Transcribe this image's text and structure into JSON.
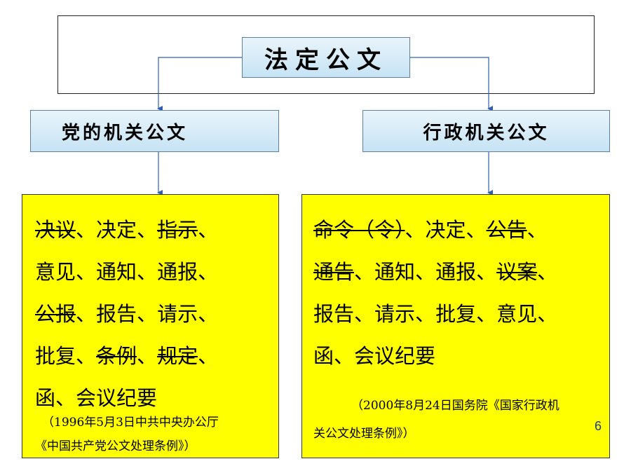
{
  "root": {
    "label": "法定公文"
  },
  "branches": [
    {
      "label": "党的机关公文",
      "documents": [
        {
          "name": "决议",
          "struck": true
        },
        {
          "name": "决定",
          "struck": false
        },
        {
          "name": "指示",
          "struck": true
        },
        {
          "name": "意见",
          "struck": false
        },
        {
          "name": "通知",
          "struck": false
        },
        {
          "name": "通报",
          "struck": false
        },
        {
          "name": "公报",
          "struck": true
        },
        {
          "name": "报告",
          "struck": false
        },
        {
          "name": "请示",
          "struck": false
        },
        {
          "name": "批复",
          "struck": false
        },
        {
          "name": "条例",
          "struck": true
        },
        {
          "name": "规定",
          "struck": true
        },
        {
          "name": "函",
          "struck": false
        },
        {
          "name": "会议纪要",
          "struck": false
        }
      ],
      "lines": [
        [
          0,
          1,
          2
        ],
        [
          3,
          4,
          5
        ],
        [
          6,
          7,
          8
        ],
        [
          9,
          10,
          11
        ],
        [
          12,
          13
        ]
      ],
      "note_line1": "（1996年5月3日中共中央办公厅",
      "note_line2": "《中国共产党公文处理条例》）"
    },
    {
      "label": "行政机关公文",
      "documents": [
        {
          "name": "命令（令）",
          "struck": true
        },
        {
          "name": "决定",
          "struck": false
        },
        {
          "name": "公告",
          "struck": true
        },
        {
          "name": "通告",
          "struck": true
        },
        {
          "name": "通知",
          "struck": false
        },
        {
          "name": "通报",
          "struck": false
        },
        {
          "name": "议案",
          "struck": true
        },
        {
          "name": "报告",
          "struck": false
        },
        {
          "name": "请示",
          "struck": false
        },
        {
          "name": "批复",
          "struck": false
        },
        {
          "name": "意见",
          "struck": false
        },
        {
          "name": "函",
          "struck": false
        },
        {
          "name": "会议纪要",
          "struck": false
        }
      ],
      "lines": [
        [
          0,
          1,
          2
        ],
        [
          3,
          4,
          5,
          6
        ],
        [
          7,
          8,
          9,
          10
        ],
        [
          11,
          12
        ]
      ],
      "note_line1": "（2000年8月24日国务院《国家行政机",
      "note_line2": "关公文处理条例》）"
    }
  ],
  "separator": "、",
  "page_number": "6",
  "colors": {
    "box_fill": "#c6e3f4",
    "list_fill": "#ffff00",
    "arrow": "#2f5fb3",
    "page_number": "#1a3d8f"
  }
}
